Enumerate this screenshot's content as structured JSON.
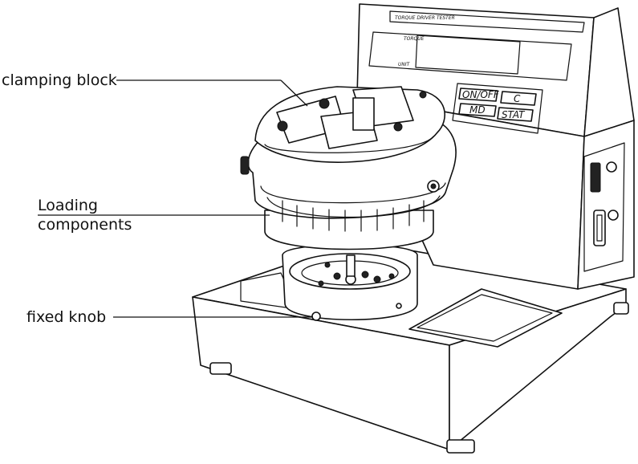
{
  "panel": {
    "title": "TORQUE DRIVER TESTER",
    "display_torque_label": "TORQUE",
    "display_unit_label": "UNIT",
    "buttons": {
      "on_off": "ON/OFF",
      "c": "C",
      "md": "MD",
      "stat": "STAT"
    }
  },
  "callouts": {
    "clamping_block": "clamping block",
    "loading_line1": "Loading",
    "loading_line2": "components",
    "fixed_knob": "fixed knob"
  }
}
